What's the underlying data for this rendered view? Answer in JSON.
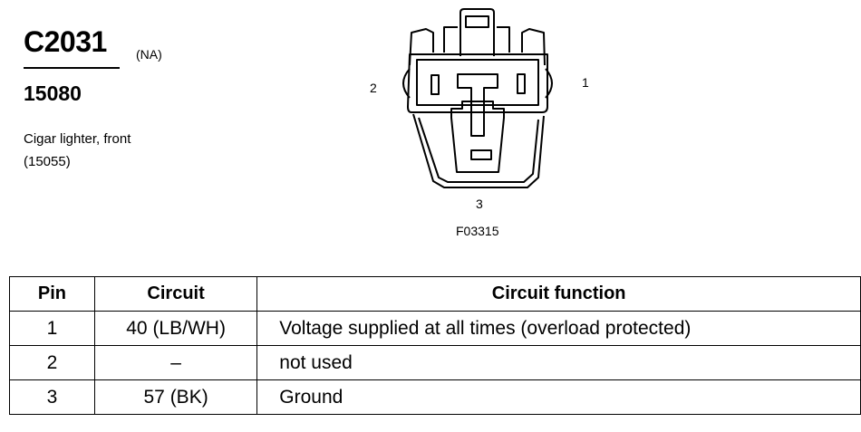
{
  "header": {
    "connector_id": "C2031",
    "variant": "(NA)",
    "part_number": "15080",
    "description_line1": "Cigar lighter, front",
    "description_line2": "(15055)"
  },
  "diagram": {
    "pin_labels": {
      "pin1": "1",
      "pin2": "2",
      "pin3": "3"
    },
    "figure_id": "F03315"
  },
  "table": {
    "headers": {
      "pin": "Pin",
      "circuit": "Circuit",
      "function": "Circuit function"
    },
    "rows": [
      {
        "pin": "1",
        "circuit": "40 (LB/WH)",
        "function": "Voltage supplied at all times (overload protected)"
      },
      {
        "pin": "2",
        "circuit": "–",
        "function": "not used"
      },
      {
        "pin": "3",
        "circuit": "57 (BK)",
        "function": "Ground"
      }
    ]
  }
}
